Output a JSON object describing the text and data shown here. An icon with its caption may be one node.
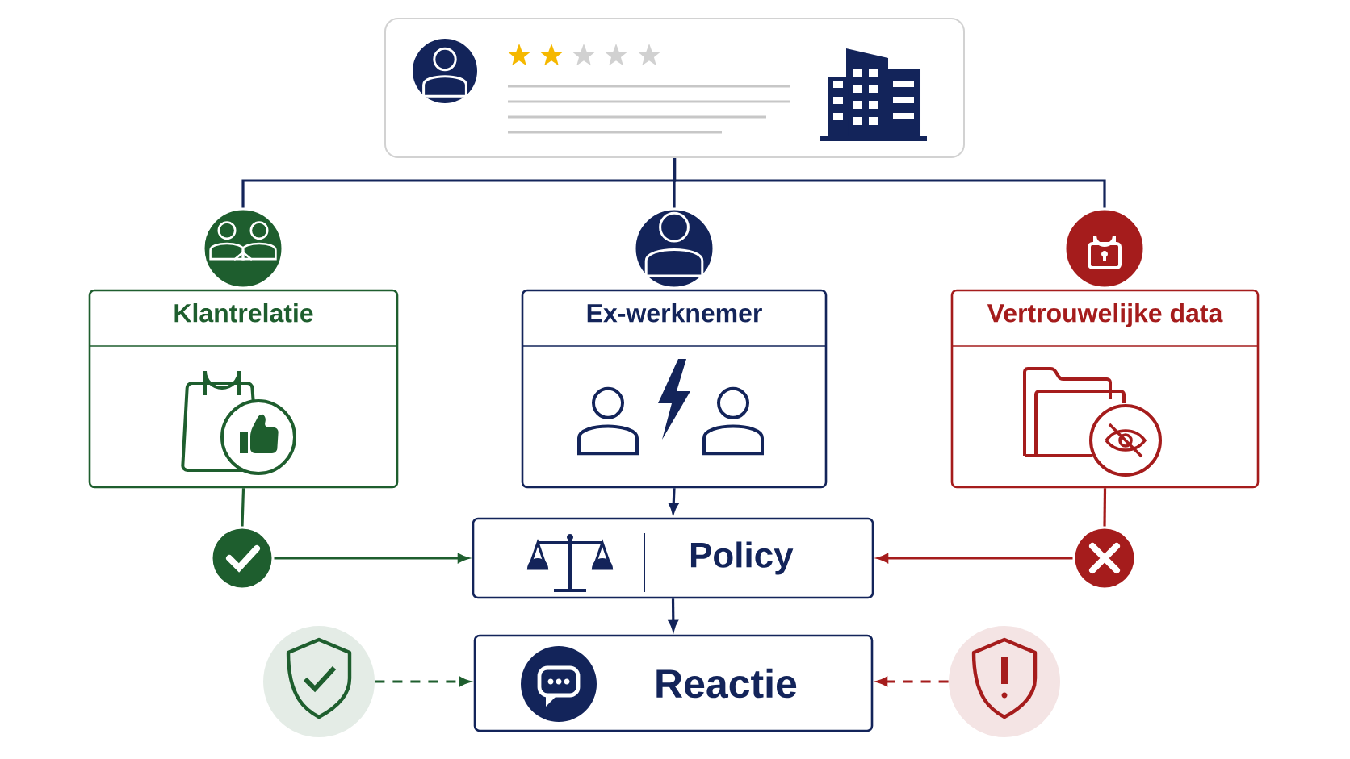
{
  "diagram": {
    "nodes": [
      {
        "text": [],
        "shape": "box"
      },
      {
        "text": [],
        "shape": "circle"
      },
      {
        "text": [],
        "shape": "circle"
      },
      {
        "text": [],
        "shape": "circle"
      },
      {
        "text": [
          "Klantrelatie"
        ]
      },
      {
        "text": [
          "Ex-werknemer"
        ]
      },
      {
        "text": [
          "Vertrouwelijke data"
        ]
      },
      {
        "text": [],
        "shape": "circle"
      },
      {
        "text": [
          "Policy"
        ]
      },
      {
        "text": [],
        "shape": "circle"
      },
      {
        "text": [],
        "shape": "circle"
      },
      {
        "text": [
          "Reactie"
        ]
      },
      {
        "text": [],
        "shape": "circle"
      }
    ],
    "edges": [
      {
        "from": 0,
        "to": 1,
        "arrow": "none"
      },
      {
        "from": 0,
        "to": 2,
        "arrow": "none"
      },
      {
        "from": 0,
        "to": 3,
        "arrow": "none"
      },
      {
        "from": 4,
        "to": 7,
        "arrow": "none",
        "color": "#1e5e2e"
      },
      {
        "from": 7,
        "to": 8,
        "arrow": "to",
        "color": "#1e5e2e"
      },
      {
        "from": 5,
        "to": 8,
        "arrow": "to"
      },
      {
        "from": 6,
        "to": 9,
        "arrow": "none",
        "color": "#a51c1c"
      },
      {
        "from": 9,
        "to": 8,
        "arrow": "to",
        "color": "#a51c1c"
      },
      {
        "from": 8,
        "to": 11,
        "arrow": "to"
      },
      {
        "from": 10,
        "to": 11,
        "arrow": "to",
        "style": "dashed",
        "color": "#1e5e2e"
      },
      {
        "from": 12,
        "to": 11,
        "arrow": "to",
        "style": "dashed",
        "color": "#a51c1c"
      }
    ]
  }
}
